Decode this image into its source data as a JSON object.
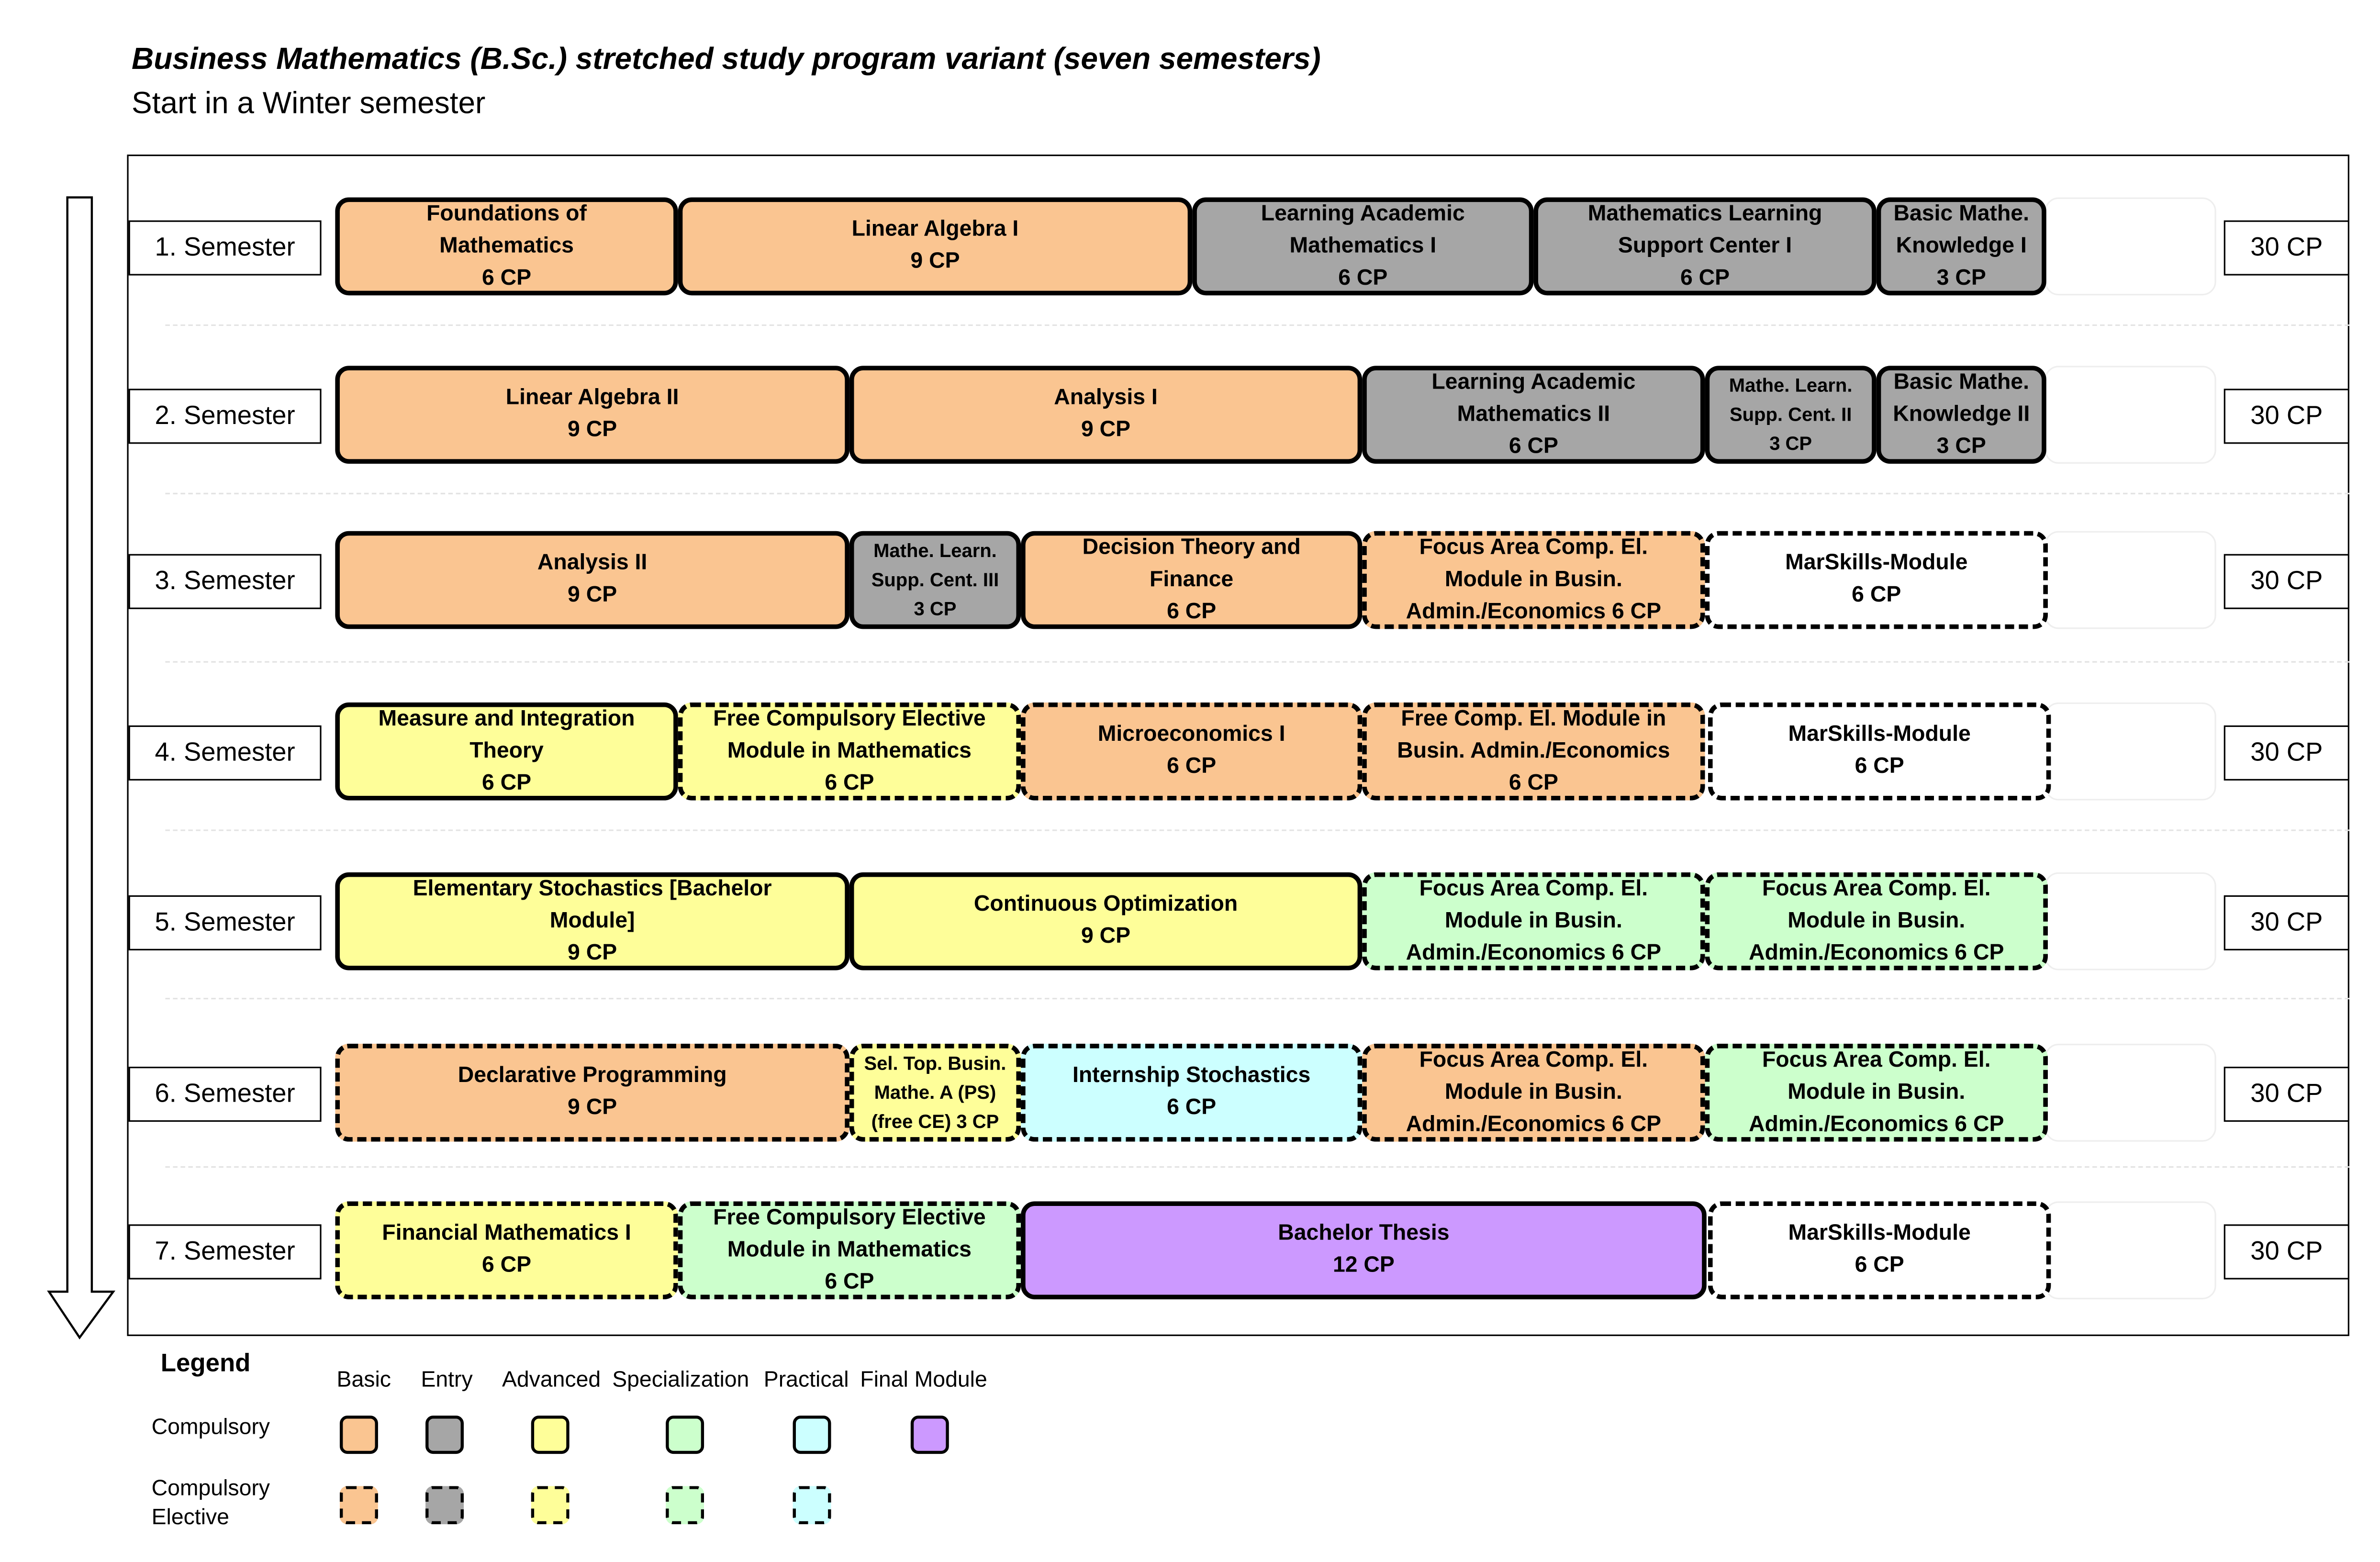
{
  "title": "Business Mathematics (B.Sc.) stretched study program variant (seven semesters)",
  "subtitle": "Start in a Winter semester",
  "colors": {
    "basic": "#FAC591",
    "entry": "#A6A6A6",
    "advanced": "#FEFE99",
    "specialization": "#CCFFCC",
    "practical": "#CCFFFF",
    "final": "#CC99FF",
    "none": "#FFFFFF"
  },
  "semesters": [
    {
      "label": "1. Semester",
      "cp": "30 CP",
      "modules": [
        {
          "lines": [
            "Foundations of",
            "Mathematics",
            "6 CP"
          ],
          "category": "basic",
          "type": "compulsory"
        },
        {
          "lines": [
            "Linear Algebra I",
            "9 CP"
          ],
          "category": "basic",
          "type": "compulsory"
        },
        {
          "lines": [
            "Learning Academic",
            "Mathematics I",
            "6 CP"
          ],
          "category": "entry",
          "type": "compulsory"
        },
        {
          "lines": [
            "Mathematics Learning",
            "Support Center I",
            "6 CP"
          ],
          "category": "entry",
          "type": "compulsory"
        },
        {
          "lines": [
            "Basic Mathe.",
            "Knowledge I",
            "3 CP"
          ],
          "category": "entry",
          "type": "compulsory"
        }
      ]
    },
    {
      "label": "2. Semester",
      "cp": "30 CP",
      "modules": [
        {
          "lines": [
            "Linear Algebra II",
            "9 CP"
          ],
          "category": "basic",
          "type": "compulsory"
        },
        {
          "lines": [
            "Analysis I",
            "9 CP"
          ],
          "category": "basic",
          "type": "compulsory"
        },
        {
          "lines": [
            "Learning Academic",
            "Mathematics II",
            "6 CP"
          ],
          "category": "entry",
          "type": "compulsory"
        },
        {
          "lines": [
            "Mathe. Learn.",
            "Supp. Cent. II",
            "3 CP"
          ],
          "category": "entry",
          "type": "compulsory"
        },
        {
          "lines": [
            "Basic Mathe.",
            "Knowledge II",
            "3 CP"
          ],
          "category": "entry",
          "type": "compulsory"
        }
      ]
    },
    {
      "label": "3. Semester",
      "cp": "30 CP",
      "modules": [
        {
          "lines": [
            "Analysis II",
            "9 CP"
          ],
          "category": "basic",
          "type": "compulsory"
        },
        {
          "lines": [
            "Mathe. Learn.",
            "Supp. Cent. III",
            "3 CP"
          ],
          "category": "entry",
          "type": "compulsory"
        },
        {
          "lines": [
            "Decision Theory and",
            "Finance",
            "6 CP"
          ],
          "category": "basic",
          "type": "compulsory"
        },
        {
          "lines": [
            "Focus Area Comp. El.",
            "Module in Busin.",
            "Admin./Economics 6 CP"
          ],
          "category": "basic",
          "type": "elective"
        },
        {
          "lines": [
            "MarSkills-Module",
            "6 CP"
          ],
          "category": "none",
          "type": "elective"
        }
      ]
    },
    {
      "label": "4. Semester",
      "cp": "30 CP",
      "modules": [
        {
          "lines": [
            "Measure and Integration",
            "Theory",
            "6 CP"
          ],
          "category": "advanced",
          "type": "compulsory"
        },
        {
          "lines": [
            "Free Compulsory Elective",
            "Module in Mathematics",
            "6 CP"
          ],
          "category": "advanced",
          "type": "elective"
        },
        {
          "lines": [
            "Microeconomics I",
            "6 CP"
          ],
          "category": "basic",
          "type": "elective"
        },
        {
          "lines": [
            "Free Comp. El. Module in",
            "Busin. Admin./Economics",
            "6 CP"
          ],
          "category": "basic",
          "type": "elective"
        },
        {
          "lines": [
            "MarSkills-Module",
            "6 CP"
          ],
          "category": "none",
          "type": "elective"
        }
      ]
    },
    {
      "label": "5. Semester",
      "cp": "30 CP",
      "modules": [
        {
          "lines": [
            "Elementary Stochastics [Bachelor",
            "Module]",
            "9 CP"
          ],
          "category": "advanced",
          "type": "compulsory"
        },
        {
          "lines": [
            "Continuous Optimization",
            "9 CP"
          ],
          "category": "advanced",
          "type": "compulsory"
        },
        {
          "lines": [
            "Focus Area Comp. El.",
            "Module in Busin.",
            "Admin./Economics 6 CP"
          ],
          "category": "specialization",
          "type": "elective"
        },
        {
          "lines": [
            "Focus Area Comp. El.",
            "Module in Busin.",
            "Admin./Economics 6 CP"
          ],
          "category": "specialization",
          "type": "elective"
        }
      ]
    },
    {
      "label": "6. Semester",
      "cp": "30 CP",
      "modules": [
        {
          "lines": [
            "Declarative Programming",
            "9 CP"
          ],
          "category": "basic",
          "type": "elective"
        },
        {
          "lines": [
            "Sel. Top. Busin.",
            "Mathe. A (PS)",
            "(free CE) 3 CP"
          ],
          "category": "advanced",
          "type": "elective"
        },
        {
          "lines": [
            "Internship Stochastics",
            "6 CP"
          ],
          "category": "practical",
          "type": "elective"
        },
        {
          "lines": [
            "Focus Area Comp. El.",
            "Module in Busin.",
            "Admin./Economics 6 CP"
          ],
          "category": "basic",
          "type": "elective"
        },
        {
          "lines": [
            "Focus Area Comp. El.",
            "Module in Busin.",
            "Admin./Economics 6 CP"
          ],
          "category": "specialization",
          "type": "elective"
        }
      ]
    },
    {
      "label": "7. Semester",
      "cp": "30 CP",
      "modules": [
        {
          "lines": [
            "Financial Mathematics I",
            "6 CP"
          ],
          "category": "advanced",
          "type": "elective"
        },
        {
          "lines": [
            "Free Compulsory Elective",
            "Module in Mathematics",
            "6 CP"
          ],
          "category": "specialization",
          "type": "elective"
        },
        {
          "lines": [
            "Bachelor Thesis",
            "12 CP"
          ],
          "category": "final",
          "type": "compulsory"
        },
        {
          "lines": [
            "MarSkills-Module",
            "6 CP"
          ],
          "category": "none",
          "type": "elective"
        }
      ]
    }
  ],
  "legend": {
    "title": "Legend",
    "columns": [
      "Basic",
      "Entry",
      "Advanced",
      "Specialization",
      "Practical",
      "Final Module"
    ],
    "rows": [
      {
        "label_lines": [
          "Compulsory"
        ],
        "categories": [
          "basic",
          "entry",
          "advanced",
          "specialization",
          "practical",
          "final"
        ],
        "type": "compulsory"
      },
      {
        "label_lines": [
          "Compulsory",
          "Elective"
        ],
        "categories": [
          "basic",
          "entry",
          "advanced",
          "specialization",
          "practical"
        ],
        "type": "elective"
      }
    ]
  }
}
